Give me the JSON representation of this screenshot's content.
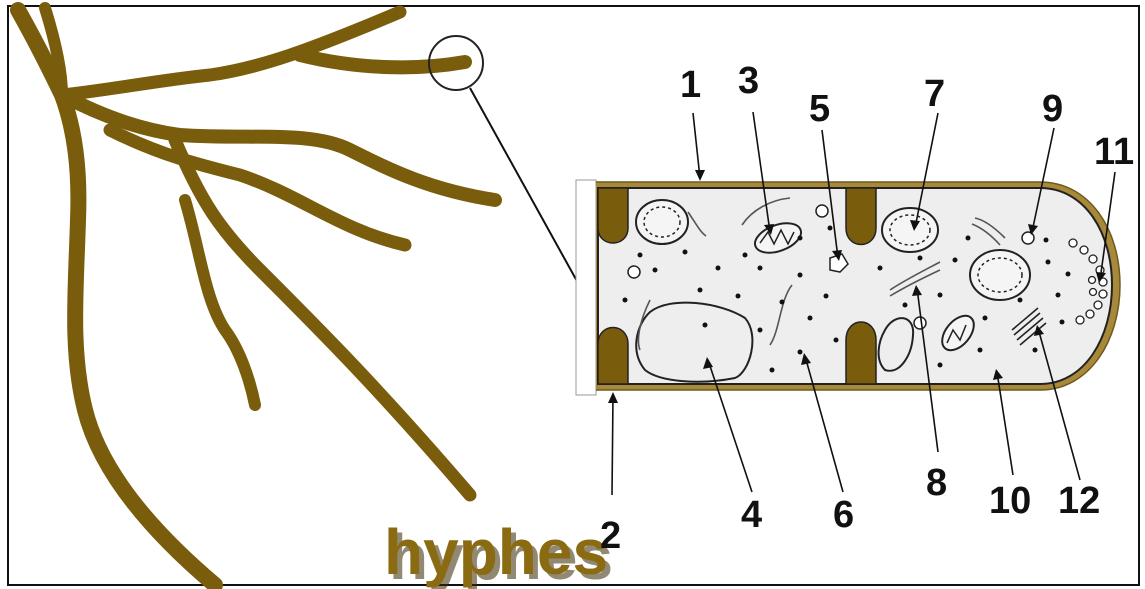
{
  "title": "hyphes",
  "labels": [
    "1",
    "2",
    "3",
    "4",
    "5",
    "6",
    "7",
    "8",
    "9",
    "10",
    "11",
    "12"
  ],
  "colors": {
    "hyphae": "#7a5d0c",
    "wall": "#a8893a",
    "septum": "#7a5d0c",
    "cytoplasm": "#eeeeee",
    "ink": "#111111"
  },
  "icons": [
    "magnifier-circle-icon"
  ]
}
